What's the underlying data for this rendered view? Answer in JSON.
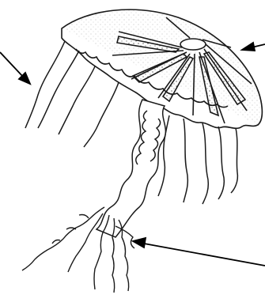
{
  "illustration": {
    "subject_icon": "jellyfish-icon",
    "ink_color": "#1a1a1a",
    "paper_color": "#ffffff"
  },
  "pointers": [
    {
      "name": "arrow-pointer-left",
      "icon": "arrow-right-icon"
    },
    {
      "name": "arrow-pointer-top-right",
      "icon": "arrow-left-icon"
    },
    {
      "name": "arrow-pointer-bottom-right",
      "icon": "arrow-left-icon"
    }
  ]
}
